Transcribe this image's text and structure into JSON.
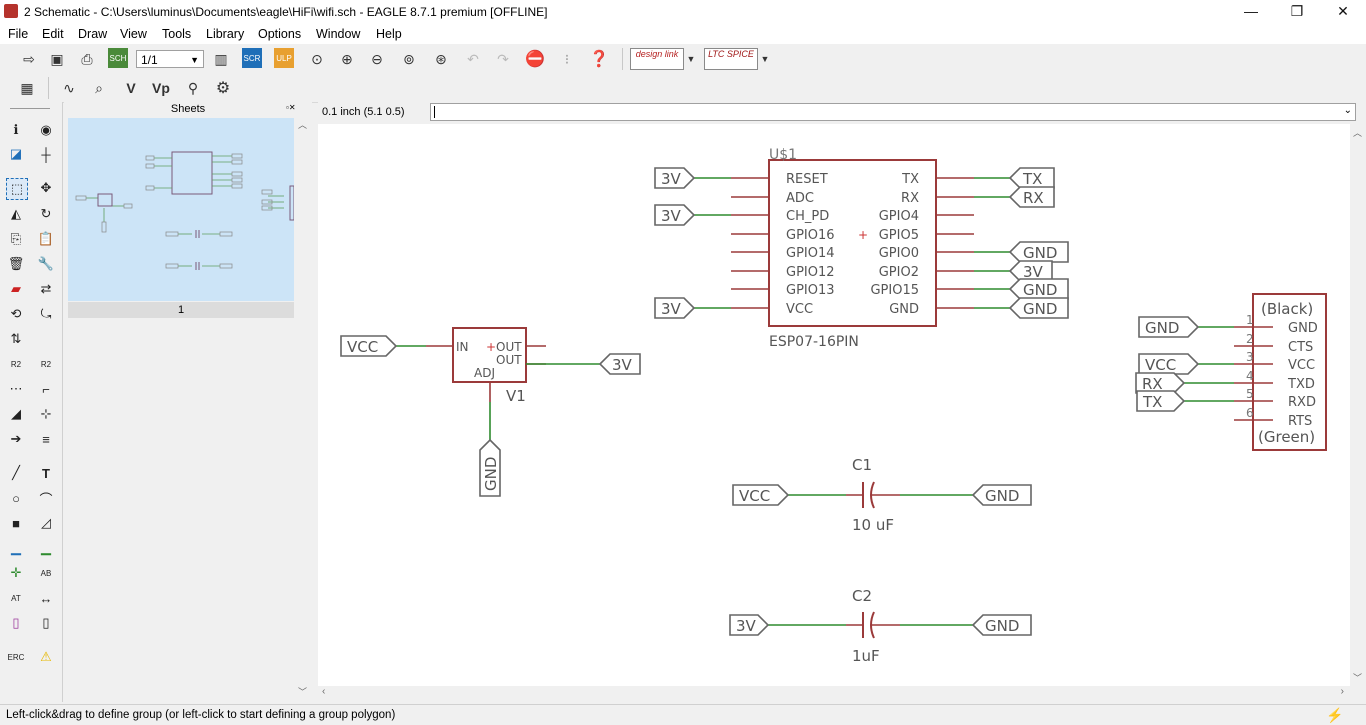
{
  "window": {
    "title": "2 Schematic - C:\\Users\\luminus\\Documents\\eagle\\HiFi\\wifi.sch - EAGLE 8.7.1 premium [OFFLINE]",
    "minimize": "—",
    "maximize": "❐",
    "close": "✕"
  },
  "menu": [
    "File",
    "Edit",
    "Draw",
    "View",
    "Tools",
    "Library",
    "Options",
    "Window",
    "Help"
  ],
  "toolbar": {
    "sheet_select": "1/1",
    "design_link": "design link",
    "ltspice": "LTC SPICE"
  },
  "sheets_panel": {
    "title": "Sheets",
    "sheet_number": "1"
  },
  "coord": "0.1 inch (5.1 0.5)",
  "command_value": "",
  "status": "Left-click&drag to define group (or left-click to start defining a group polygon)",
  "schematic": {
    "esp": {
      "name": "U$1",
      "value": "ESP07-16PIN",
      "left_pins": [
        "RESET",
        "ADC",
        "CH_PD",
        "GPIO16",
        "GPIO14",
        "GPIO12",
        "GPIO13",
        "VCC"
      ],
      "right_pins": [
        "TX",
        "RX",
        "GPIO4",
        "GPIO5",
        "GPIO0",
        "GPIO2",
        "GPIO15",
        "GND"
      ],
      "left_labels": [
        "3V",
        "3V",
        "3V"
      ],
      "right_labels": [
        "TX",
        "RX",
        "GND",
        "3V",
        "GND",
        "GND"
      ]
    },
    "regulator": {
      "name": "V1",
      "pin_in": "IN",
      "pin_out1": "OUT",
      "pin_out2": "OUT",
      "pin_adj": "ADJ",
      "label_in": "VCC",
      "label_out": "3V",
      "label_gnd": "GND"
    },
    "connector": {
      "top": "(Black)",
      "bottom": "(Green)",
      "pin_numbers": [
        "1",
        "2",
        "3",
        "4",
        "5",
        "6"
      ],
      "pin_names": [
        "GND",
        "CTS",
        "VCC",
        "TXD",
        "RXD",
        "RTS"
      ],
      "labels": [
        "GND",
        "VCC",
        "RX",
        "TX"
      ]
    },
    "c1": {
      "name": "C1",
      "value": "10 uF",
      "left": "VCC",
      "right": "GND"
    },
    "c2": {
      "name": "C2",
      "value": "1uF",
      "left": "3V",
      "right": "GND"
    }
  },
  "colors": {
    "wire": "#2e8b2e",
    "part": "#9b3a3a",
    "label": "#555555",
    "accent": "#0078d7"
  }
}
